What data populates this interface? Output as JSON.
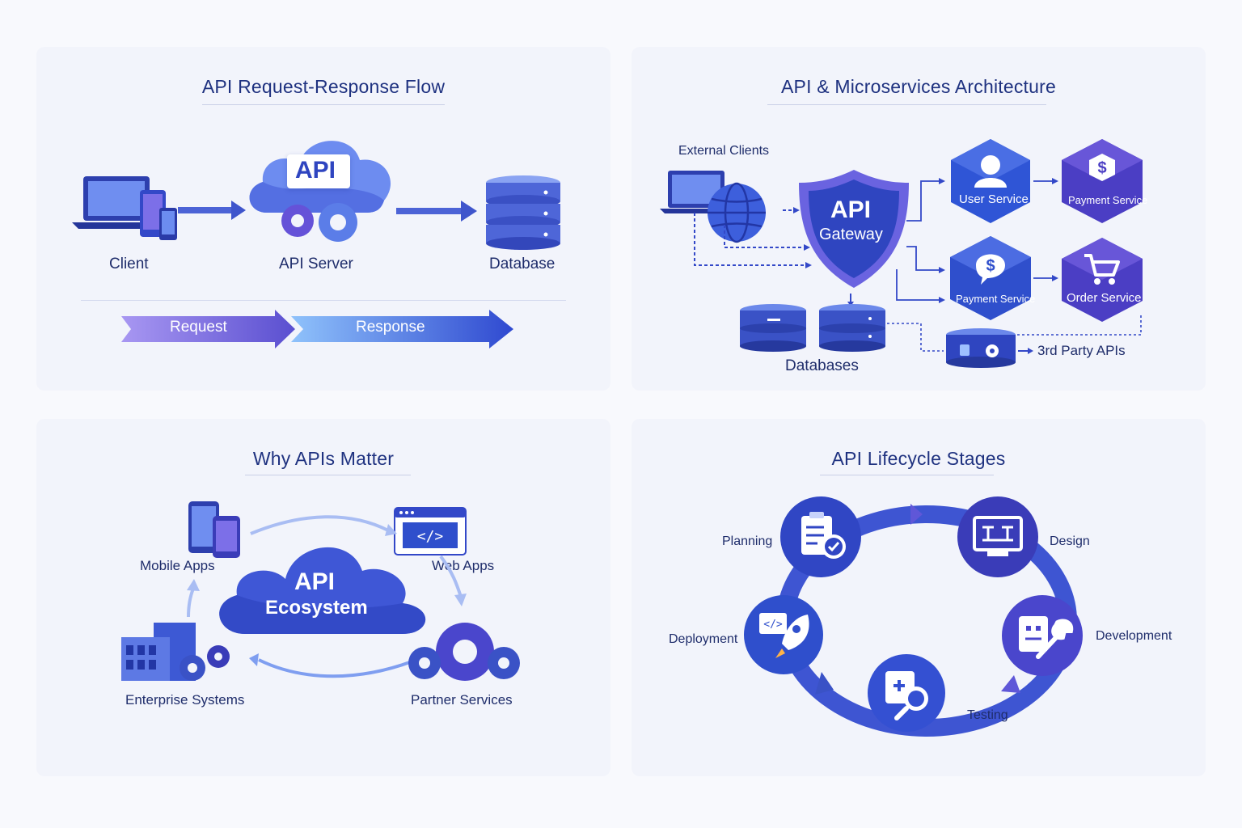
{
  "panels": {
    "flow": {
      "title": "API Request-Response Flow",
      "client": "Client",
      "api_badge": "API",
      "server": "API Server",
      "database": "Database",
      "request": "Request",
      "response": "Response"
    },
    "micro": {
      "title": "API & Microservices Architecture",
      "external_clients": "External Clients",
      "gateway_line1": "API",
      "gateway_line2": "Gateway",
      "user_service": "User Service",
      "payment_service_top": "Payment Service",
      "payment_service_mid": "Payment Service",
      "order_service": "Order Service",
      "databases": "Databases",
      "third_party": "3rd Party APIs"
    },
    "why": {
      "title": "Why APIs Matter",
      "mobile": "Mobile Apps",
      "web": "Web Apps",
      "eco_line1": "API",
      "eco_line2": "Ecosystem",
      "enterprise": "Enterprise Systems",
      "partner": "Partner Services"
    },
    "lifecycle": {
      "title": "API Lifecycle Stages",
      "planning": "Planning",
      "design": "Design",
      "development": "Development",
      "testing": "Testing",
      "deployment": "Deployment"
    }
  },
  "colors": {
    "primary": "#3348c8",
    "deep": "#2a3aa8",
    "violet": "#5a4fd0",
    "light": "#7fa6f2",
    "text": "#1f2d6b"
  }
}
